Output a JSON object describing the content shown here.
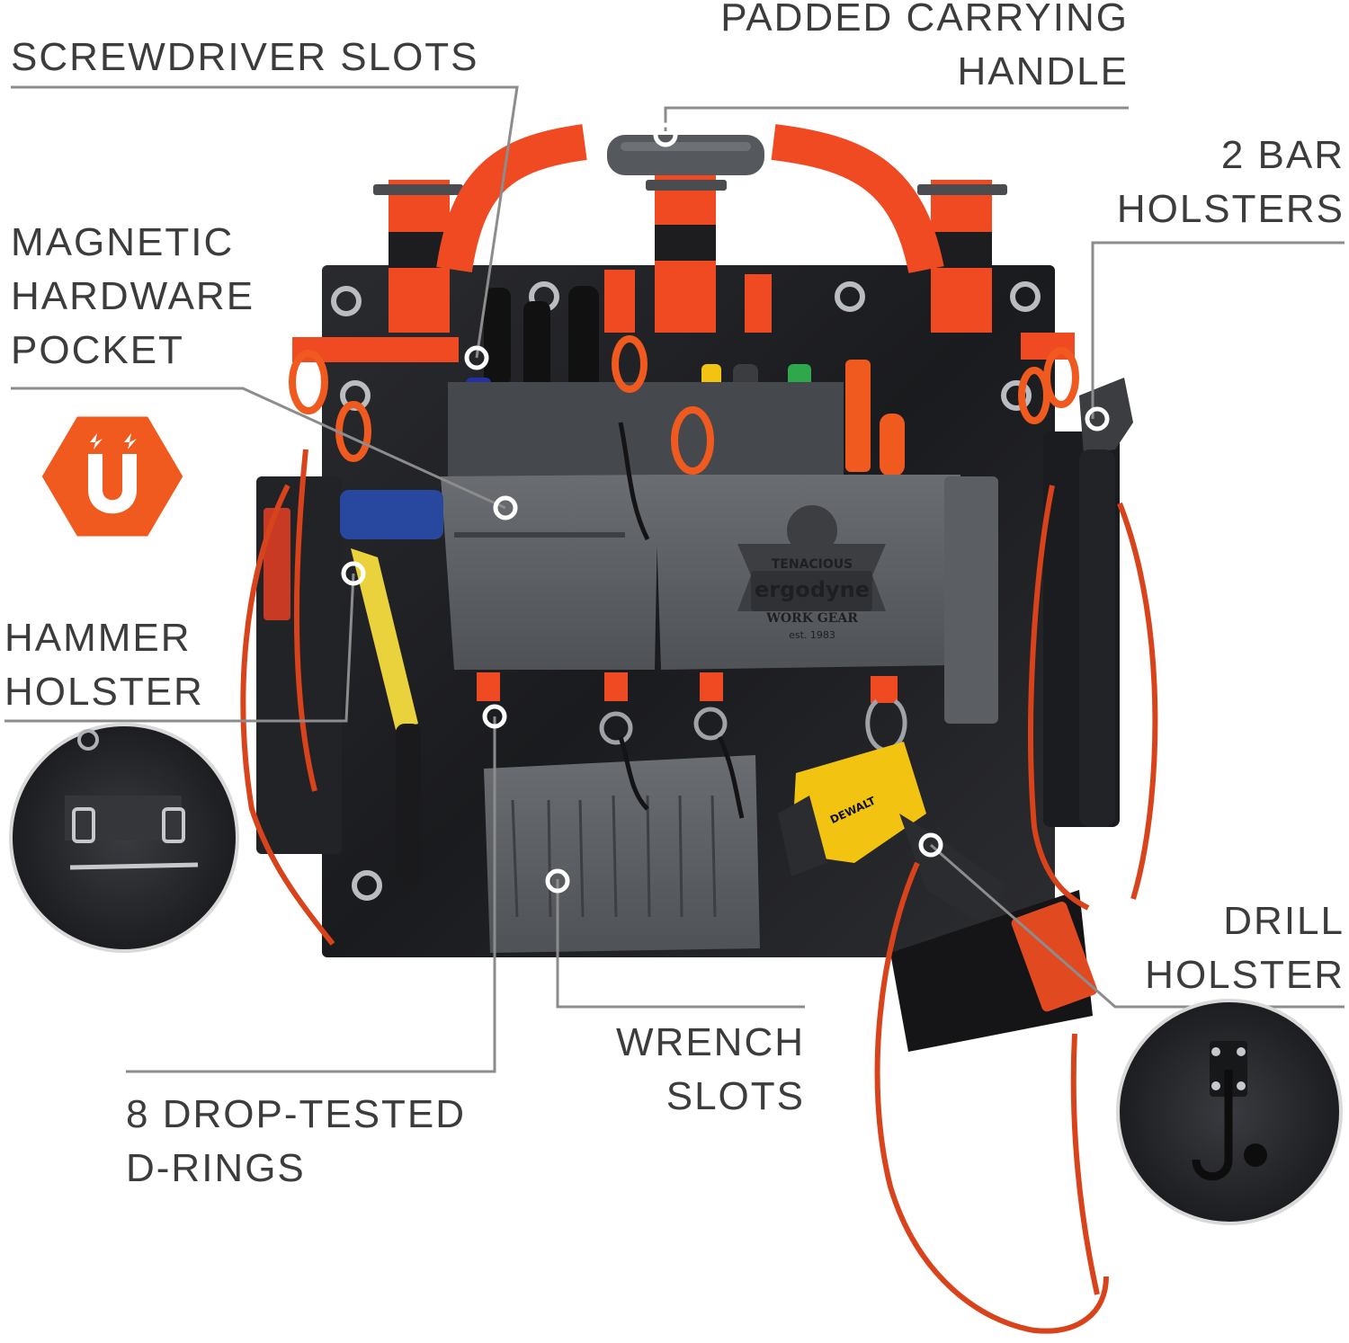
{
  "labels": {
    "screwdriver_slots": "SCREWDRIVER SLOTS",
    "padded_handle_line1": "PADDED CARRYING",
    "padded_handle_line2": "HANDLE",
    "bar_holsters_line1": "2 BAR",
    "bar_holsters_line2": "HOLSTERS",
    "magnetic_line1": "MAGNETIC",
    "magnetic_line2": "HARDWARE",
    "magnetic_line3": "POCKET",
    "hammer_line1": "HAMMER",
    "hammer_line2": "HOLSTER",
    "drill_line1": "DRILL",
    "drill_line2": "HOLSTER",
    "wrench_line1": "WRENCH",
    "wrench_line2": "SLOTS",
    "drings_line1": "8 DROP-TESTED",
    "drings_line2": "D-RINGS"
  },
  "product_print": {
    "tagline": "TENACIOUS",
    "brand": "ergodyne",
    "subline": "WORK GEAR",
    "established": "est. 1983",
    "drill_brand": "DEWALT"
  },
  "icons": {
    "magnet": "magnet-icon"
  },
  "colors": {
    "accent_orange": "#f05a1e",
    "strap_orange": "#f04a23",
    "panel_black": "#1e1f22",
    "pocket_gray": "#5a5d62",
    "leader_line": "#8c8c8c",
    "label_text": "#3c3c3c"
  }
}
